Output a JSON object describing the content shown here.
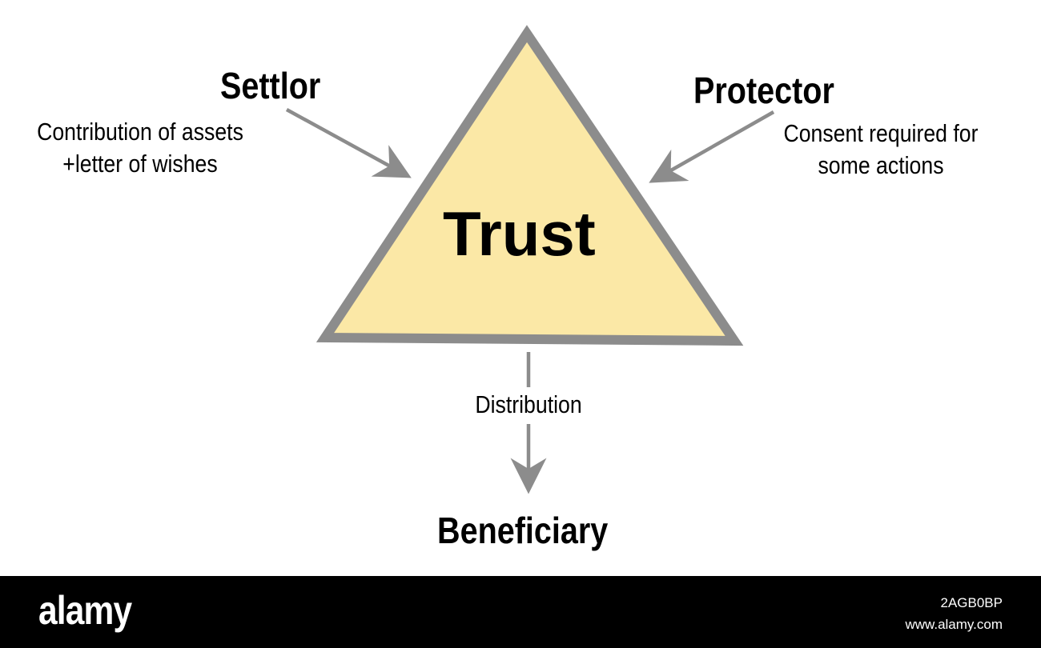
{
  "diagram": {
    "center": {
      "label": "Trust"
    },
    "settlor": {
      "title": "Settlor",
      "description": [
        "Contribution of assets",
        "+letter of wishes"
      ]
    },
    "protector": {
      "title": "Protector",
      "description": [
        "Consent required for",
        "some actions"
      ]
    },
    "distribution": {
      "label": "Distribution"
    },
    "beneficiary": {
      "title": "Beneficiary"
    }
  },
  "footer": {
    "brand": "alamy",
    "image_id": "2AGB0BP",
    "url": "www.alamy.com"
  },
  "colors": {
    "triangle_fill": "#fbe8a6",
    "triangle_stroke": "#8c8c8c",
    "arrow": "#8c8c8c",
    "text": "#000000",
    "footer_bg": "#000000"
  }
}
